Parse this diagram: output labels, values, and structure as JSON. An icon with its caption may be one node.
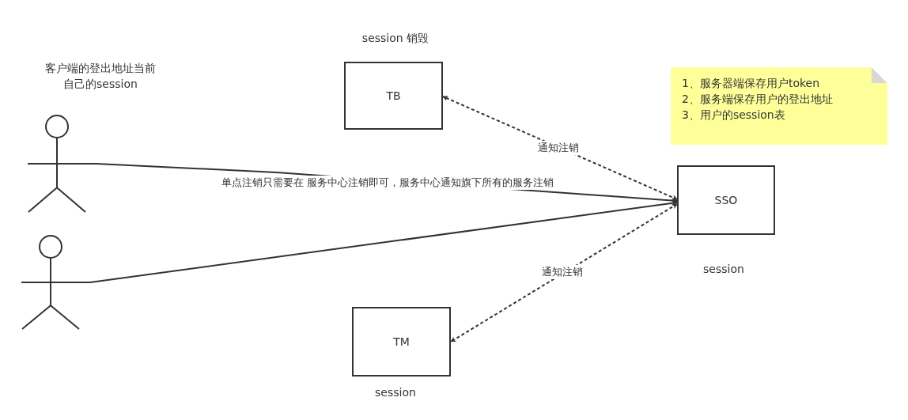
{
  "diagram": {
    "nodes": [
      {
        "text": [],
        "shape": "person",
        "beside": [
          "客户端的登出地址当前自己的session"
        ]
      },
      {
        "text": [],
        "shape": "person"
      },
      {
        "text": [
          "TB"
        ],
        "beside": [
          "session 销毁"
        ]
      },
      {
        "text": [
          "SSO"
        ],
        "beside": [
          "session"
        ]
      },
      {
        "text": [
          "TM"
        ],
        "beside": [
          "session"
        ]
      },
      {
        "text": [
          "1、服务器端保存用户token",
          "2、服务端保存用户的登出地址",
          "3、用户的session表"
        ]
      }
    ],
    "edges": [
      {
        "from": 0,
        "to": 3,
        "arrow": "to",
        "label": "单点注销只需要在 服务中心注销即可，服务中心通知旗下所有的服务注销"
      },
      {
        "from": 1,
        "to": 3,
        "arrow": "to"
      },
      {
        "from": 3,
        "to": 2,
        "arrow": "both",
        "style": "dashed",
        "label": "通知注销"
      },
      {
        "from": 3,
        "to": 4,
        "arrow": "both",
        "style": "dashed",
        "label": "通知注销"
      }
    ]
  }
}
